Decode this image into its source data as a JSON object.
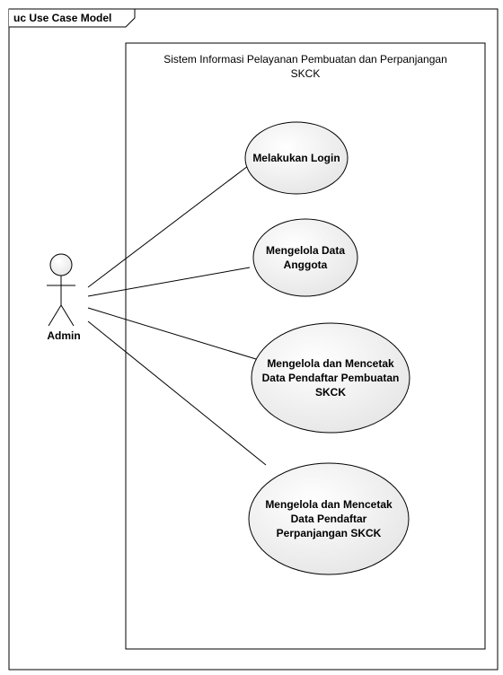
{
  "frame": {
    "title": "uc Use Case Model"
  },
  "system": {
    "title_line1": "Sistem Informasi Pelayanan Pembuatan dan Perpanjangan",
    "title_line2": "SKCK"
  },
  "actor": {
    "name": "Admin"
  },
  "use_cases": [
    {
      "lines": [
        "Melakukan Login"
      ]
    },
    {
      "lines": [
        "Mengelola Data",
        "Anggota"
      ]
    },
    {
      "lines": [
        "Mengelola dan Mencetak",
        "Data Pendaftar Pembuatan",
        "SKCK"
      ]
    },
    {
      "lines": [
        "Mengelola dan Mencetak",
        "Data Pendaftar",
        "Perpanjangan SKCK"
      ]
    }
  ],
  "colors": {
    "usecase_fill_light": "#ffffff",
    "usecase_fill_dark": "#e6e6e6",
    "stroke": "#000000"
  }
}
